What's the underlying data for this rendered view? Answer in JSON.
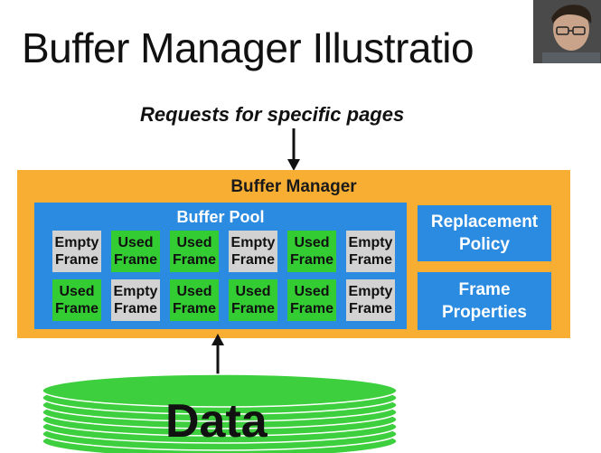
{
  "slide": {
    "title": "Buffer Manager Illustratio"
  },
  "diagram": {
    "requests_label": "Requests for specific pages",
    "buffer_manager_label": "Buffer Manager",
    "buffer_pool_label": "Buffer Pool",
    "frames": [
      {
        "line1": "Empty",
        "line2": "Frame",
        "state": "empty"
      },
      {
        "line1": "Used",
        "line2": "Frame",
        "state": "used"
      },
      {
        "line1": "Used",
        "line2": "Frame",
        "state": "used"
      },
      {
        "line1": "Empty",
        "line2": "Frame",
        "state": "empty"
      },
      {
        "line1": "Used",
        "line2": "Frame",
        "state": "used"
      },
      {
        "line1": "Empty",
        "line2": "Frame",
        "state": "empty"
      },
      {
        "line1": "Used",
        "line2": "Frame",
        "state": "used"
      },
      {
        "line1": "Empty",
        "line2": "Frame",
        "state": "empty"
      },
      {
        "line1": "Used",
        "line2": "Frame",
        "state": "used"
      },
      {
        "line1": "Used",
        "line2": "Frame",
        "state": "used"
      },
      {
        "line1": "Used",
        "line2": "Frame",
        "state": "used"
      },
      {
        "line1": "Empty",
        "line2": "Frame",
        "state": "empty"
      }
    ],
    "replacement_policy": {
      "line1": "Replacement",
      "line2": "Policy"
    },
    "frame_properties": {
      "line1": "Frame",
      "line2": "Properties"
    },
    "data_label": "Data"
  },
  "colors": {
    "buffer_manager": "#f7ae33",
    "buffer_pool": "#2b8be0",
    "empty_frame": "#d2d2d2",
    "used_frame": "#33cc33",
    "disk": "#3ecf3e"
  }
}
